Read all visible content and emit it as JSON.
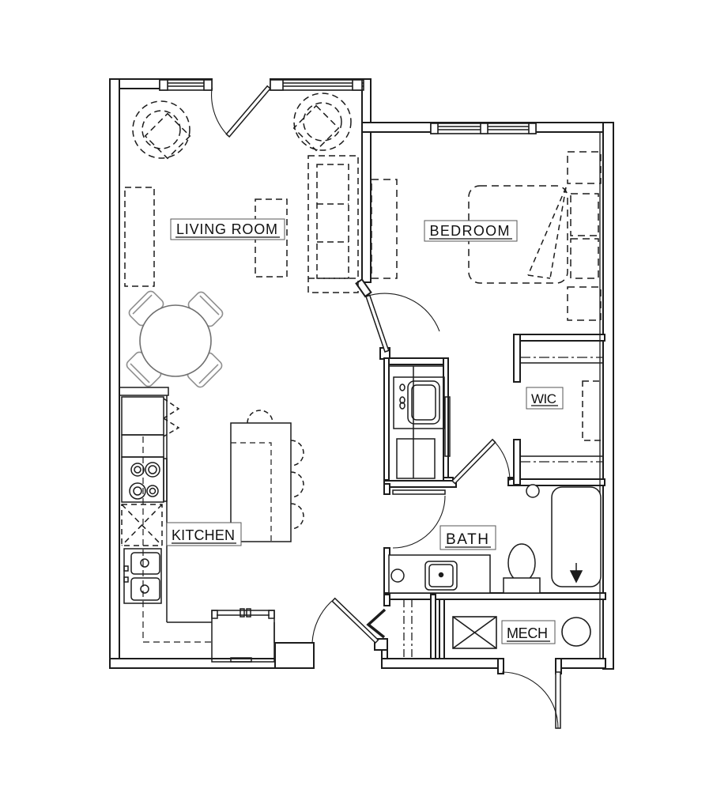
{
  "title": "one-bedroom-apartment-floor-plan",
  "colors": {
    "line": "#1c1c1c",
    "dining_gray": "#8f8f8f",
    "label_border": "#555555",
    "background": "#ffffff"
  },
  "rooms": {
    "living_room": {
      "label": "LIVING ROOM"
    },
    "bedroom": {
      "label": "BEDROOM"
    },
    "wic": {
      "label": "WIC"
    },
    "kitchen": {
      "label": "KITCHEN"
    },
    "bath": {
      "label": "BATH"
    },
    "mech": {
      "label": "MECH"
    }
  }
}
